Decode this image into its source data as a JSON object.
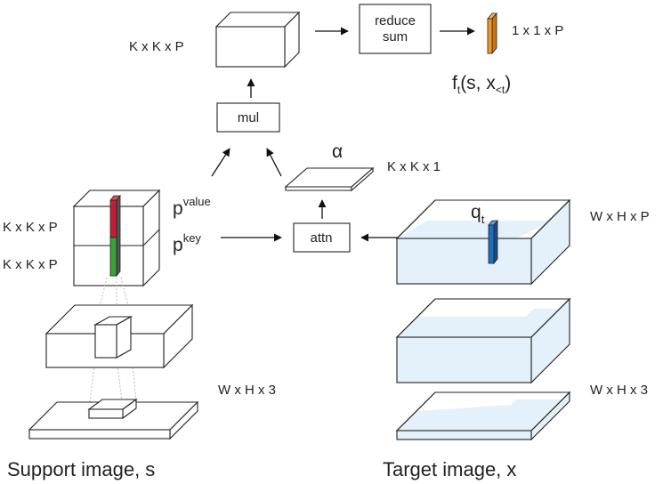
{
  "top": {
    "dim_kkp": "K x K x P",
    "reduce_line1": "reduce",
    "reduce_line2": "sum",
    "dim_out": "1 x 1 x P",
    "f_main": "f",
    "f_sub": "t",
    "f_args": "(s, x",
    "f_args_sub": "<t",
    "f_close": ")"
  },
  "middle": {
    "mul_label": "mul",
    "alpha": "α",
    "alpha_dim": "K x K x 1",
    "attn_label": "attn"
  },
  "support": {
    "p": "p",
    "value_sup": "value",
    "key_sup": "key",
    "dim_value": "K x K x P",
    "dim_key": "K x K x P",
    "dim_image": "W x H x 3",
    "caption": "Support image, s"
  },
  "target": {
    "q": "q",
    "q_sub": "t",
    "dim_feat": "W x H x P",
    "dim_image": "W x H x 3",
    "caption": "Target image, x"
  },
  "colors": {
    "value_bar": "#c21f35",
    "key_bar": "#3aa33a",
    "query_bar": "#1f6fb8",
    "output_bar": "#f39a1e",
    "target_fill": "#e4f0fa"
  }
}
